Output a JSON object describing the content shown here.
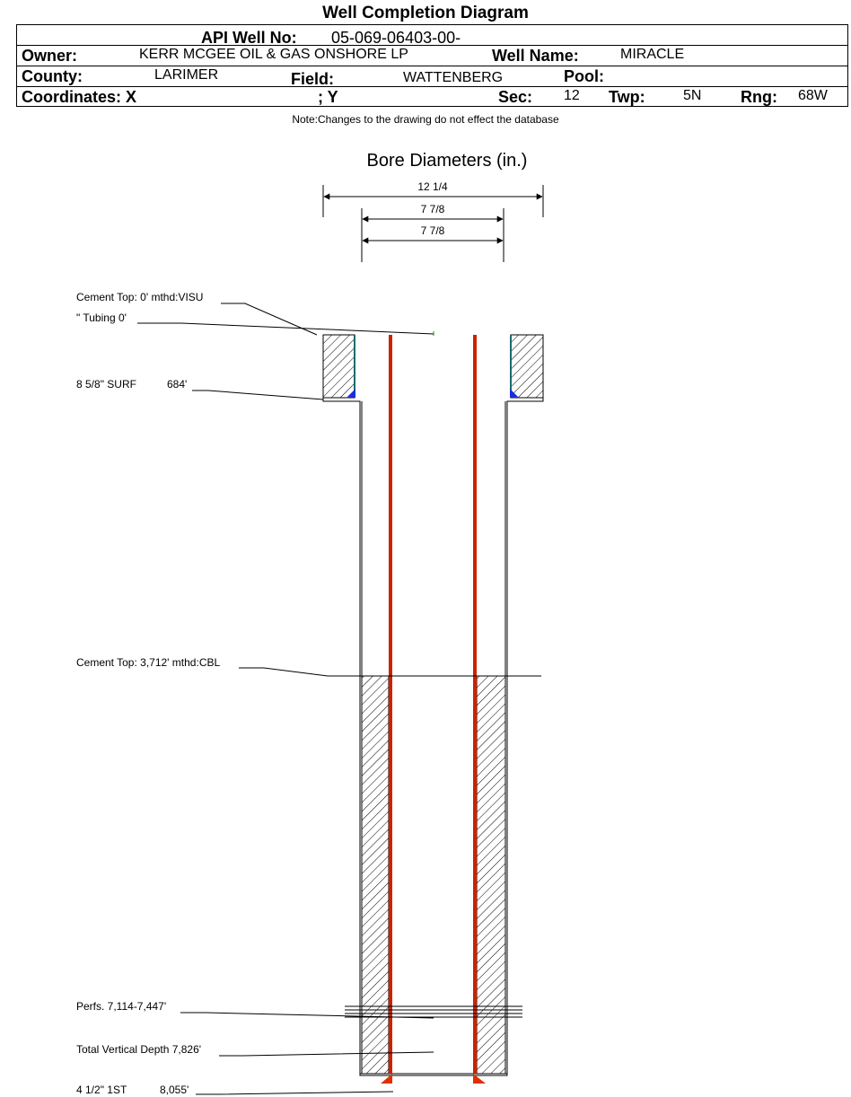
{
  "header": {
    "title": "Well Completion Diagram",
    "api_label": "API Well No:",
    "api_value": "05-069-06403-00-",
    "owner_label": "Owner:",
    "owner_value": "KERR MCGEE OIL & GAS ONSHORE LP",
    "well_name_label": "Well Name:",
    "well_name_value": "MIRACLE",
    "county_label": "County:",
    "county_value": "LARIMER",
    "field_label": "Field:",
    "field_value": "WATTENBERG",
    "pool_label": "Pool:",
    "pool_value": "",
    "coord_x_label": "Coordinates: X",
    "coord_y_label": "; Y",
    "sec_label": "Sec:",
    "sec_value": "12",
    "twp_label": "Twp:",
    "twp_value": "5N",
    "rng_label": "Rng:",
    "rng_value": "68W"
  },
  "note": "Note:Changes to the drawing do not effect the database",
  "bore": {
    "title": "Bore Diameters (in.)",
    "diameters": [
      "12 1/4",
      "7 7/8",
      "7 7/8"
    ]
  },
  "annotations": {
    "cement_top_1": "Cement Top: 0' mthd:VISU",
    "tubing": "\" Tubing 0'",
    "surf_casing": "8 5/8\" SURF",
    "surf_depth": "684'",
    "cement_top_2": "Cement Top: 3,712' mthd:CBL",
    "perfs": "Perfs. 7,114-7,447'",
    "tvd": "Total Vertical Depth 7,826'",
    "prod_casing": "4 1/2\" 1ST",
    "prod_depth": "8,055'"
  },
  "colors": {
    "casing": "#cc2200",
    "liner": "#1a6b6b",
    "cement_shoe": "#1a2ee0",
    "hatch": "#000000"
  }
}
